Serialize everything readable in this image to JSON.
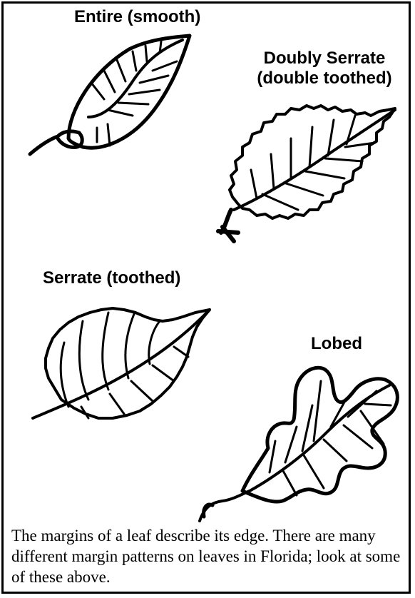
{
  "labels": {
    "entire": "Entire (smooth)",
    "doubly_serrate_line1": "Doubly Serrate",
    "doubly_serrate_line2": "(double toothed)",
    "serrate": "Serrate (toothed)",
    "lobed": "Lobed"
  },
  "caption": "The margins of a leaf describe its edge.  There are many different margin patterns on leaves in Florida; look at some of these above."
}
